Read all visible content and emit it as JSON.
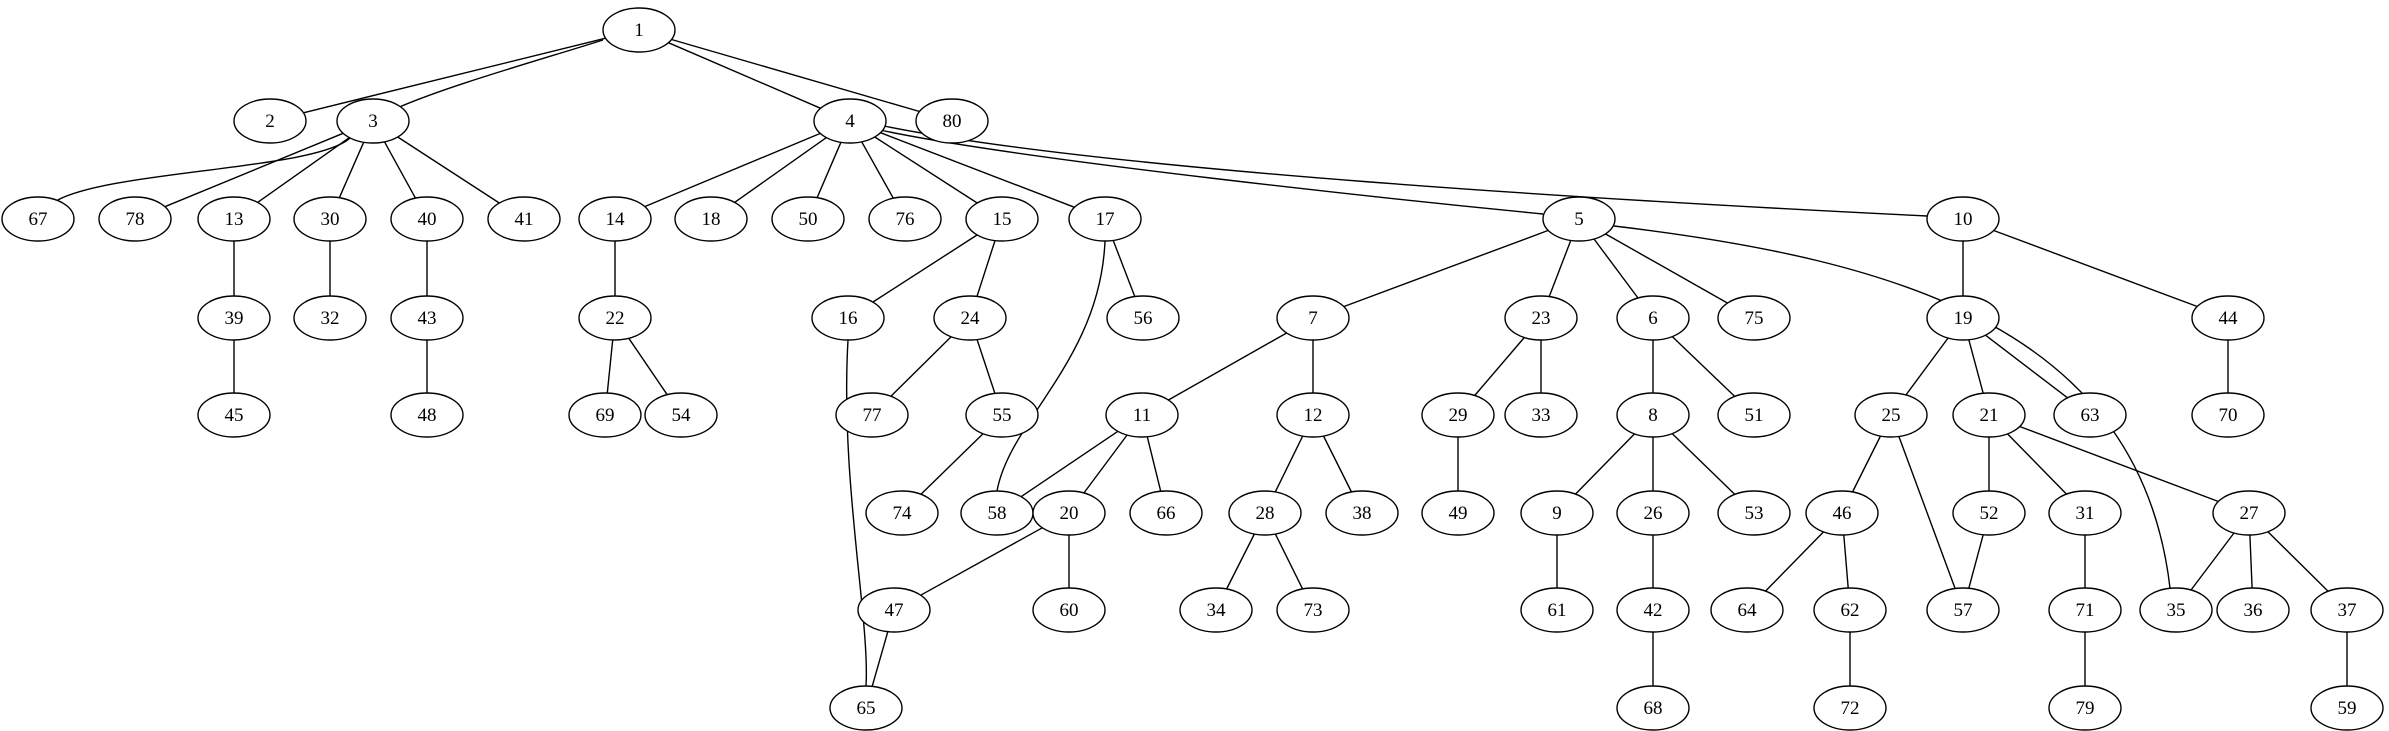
{
  "graph": {
    "nodes": [
      "1",
      "2",
      "3",
      "4",
      "80",
      "67",
      "78",
      "13",
      "30",
      "40",
      "41",
      "14",
      "18",
      "50",
      "76",
      "15",
      "17",
      "5",
      "10",
      "39",
      "32",
      "43",
      "22",
      "16",
      "24",
      "56",
      "7",
      "23",
      "6",
      "75",
      "19",
      "44",
      "45",
      "48",
      "69",
      "54",
      "77",
      "55",
      "11",
      "12",
      "29",
      "33",
      "8",
      "51",
      "25",
      "21",
      "63",
      "70",
      "74",
      "58",
      "20",
      "66",
      "28",
      "38",
      "49",
      "9",
      "26",
      "53",
      "46",
      "52",
      "31",
      "27",
      "47",
      "60",
      "34",
      "73",
      "61",
      "42",
      "64",
      "62",
      "57",
      "71",
      "35",
      "36",
      "37",
      "65",
      "68",
      "72",
      "79",
      "59"
    ],
    "edges": [
      [
        "1",
        "2"
      ],
      [
        "1",
        "3"
      ],
      [
        "1",
        "4"
      ],
      [
        "1",
        "80"
      ],
      [
        "3",
        "67"
      ],
      [
        "3",
        "78"
      ],
      [
        "3",
        "13"
      ],
      [
        "3",
        "30"
      ],
      [
        "3",
        "40"
      ],
      [
        "3",
        "41"
      ],
      [
        "4",
        "14"
      ],
      [
        "4",
        "18"
      ],
      [
        "4",
        "50"
      ],
      [
        "4",
        "76"
      ],
      [
        "4",
        "15"
      ],
      [
        "4",
        "17"
      ],
      [
        "4",
        "5"
      ],
      [
        "4",
        "10"
      ],
      [
        "13",
        "39"
      ],
      [
        "30",
        "32"
      ],
      [
        "40",
        "43"
      ],
      [
        "14",
        "22"
      ],
      [
        "15",
        "16"
      ],
      [
        "15",
        "24"
      ],
      [
        "17",
        "56"
      ],
      [
        "17",
        "58"
      ],
      [
        "5",
        "7"
      ],
      [
        "5",
        "23"
      ],
      [
        "5",
        "6"
      ],
      [
        "5",
        "75"
      ],
      [
        "5",
        "35"
      ],
      [
        "10",
        "19"
      ],
      [
        "10",
        "44"
      ],
      [
        "39",
        "45"
      ],
      [
        "43",
        "48"
      ],
      [
        "22",
        "69"
      ],
      [
        "22",
        "54"
      ],
      [
        "16",
        "65"
      ],
      [
        "24",
        "77"
      ],
      [
        "24",
        "55"
      ],
      [
        "7",
        "11"
      ],
      [
        "7",
        "12"
      ],
      [
        "23",
        "29"
      ],
      [
        "23",
        "33"
      ],
      [
        "6",
        "8"
      ],
      [
        "6",
        "51"
      ],
      [
        "19",
        "25"
      ],
      [
        "19",
        "21"
      ],
      [
        "19",
        "63"
      ],
      [
        "44",
        "70"
      ],
      [
        "55",
        "74"
      ],
      [
        "11",
        "58"
      ],
      [
        "11",
        "20"
      ],
      [
        "11",
        "66"
      ],
      [
        "12",
        "28"
      ],
      [
        "12",
        "38"
      ],
      [
        "29",
        "49"
      ],
      [
        "8",
        "9"
      ],
      [
        "8",
        "26"
      ],
      [
        "8",
        "53"
      ],
      [
        "25",
        "46"
      ],
      [
        "25",
        "57"
      ],
      [
        "21",
        "52"
      ],
      [
        "21",
        "31"
      ],
      [
        "21",
        "27"
      ],
      [
        "20",
        "47"
      ],
      [
        "20",
        "60"
      ],
      [
        "28",
        "34"
      ],
      [
        "28",
        "73"
      ],
      [
        "9",
        "61"
      ],
      [
        "26",
        "42"
      ],
      [
        "46",
        "64"
      ],
      [
        "46",
        "62"
      ],
      [
        "52",
        "57"
      ],
      [
        "31",
        "71"
      ],
      [
        "27",
        "35"
      ],
      [
        "27",
        "36"
      ],
      [
        "27",
        "37"
      ],
      [
        "47",
        "65"
      ],
      [
        "42",
        "68"
      ],
      [
        "62",
        "72"
      ],
      [
        "71",
        "79"
      ],
      [
        "37",
        "59"
      ]
    ]
  }
}
